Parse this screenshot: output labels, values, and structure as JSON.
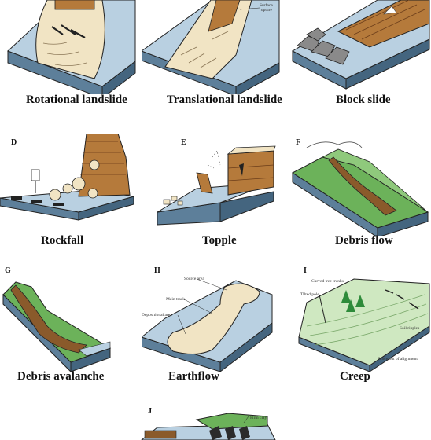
{
  "panels": {
    "a": {
      "letter": "",
      "caption": "Rotational landslide"
    },
    "b": {
      "letter": "",
      "caption": "Translational landslide",
      "labels": {
        "surface_rupture": "Surface rupture"
      }
    },
    "c": {
      "letter": "",
      "caption": "Block slide"
    },
    "d": {
      "letter": "D",
      "caption": "Rockfall"
    },
    "e": {
      "letter": "E",
      "caption": "Topple"
    },
    "f": {
      "letter": "F",
      "caption": "Debris flow"
    },
    "g": {
      "letter": "G",
      "caption": "Debris avalanche"
    },
    "h": {
      "letter": "H",
      "caption": "Earthflow",
      "labels": {
        "source": "Source area",
        "main_track": "Main track",
        "depositional": "Depositional area"
      }
    },
    "i": {
      "letter": "I",
      "caption": "Creep",
      "labels": {
        "trees": "Curved tree trunks",
        "pole": "Tilted pole",
        "ripples": "Soil ripples",
        "fence": "Fence out of alignment"
      }
    },
    "j": {
      "letter": "J",
      "caption": "",
      "labels": {
        "clay": "Firm clay"
      }
    }
  },
  "colors": {
    "block_side": "#5d7f9a",
    "block_top": "#b9d0e1",
    "soil": "#f1e4c4",
    "rock": "#b57a3b",
    "rock_dark": "#6b3d1a",
    "grass": "#6cb25a",
    "grass_light": "#cfe8c1",
    "outline": "#222222"
  }
}
